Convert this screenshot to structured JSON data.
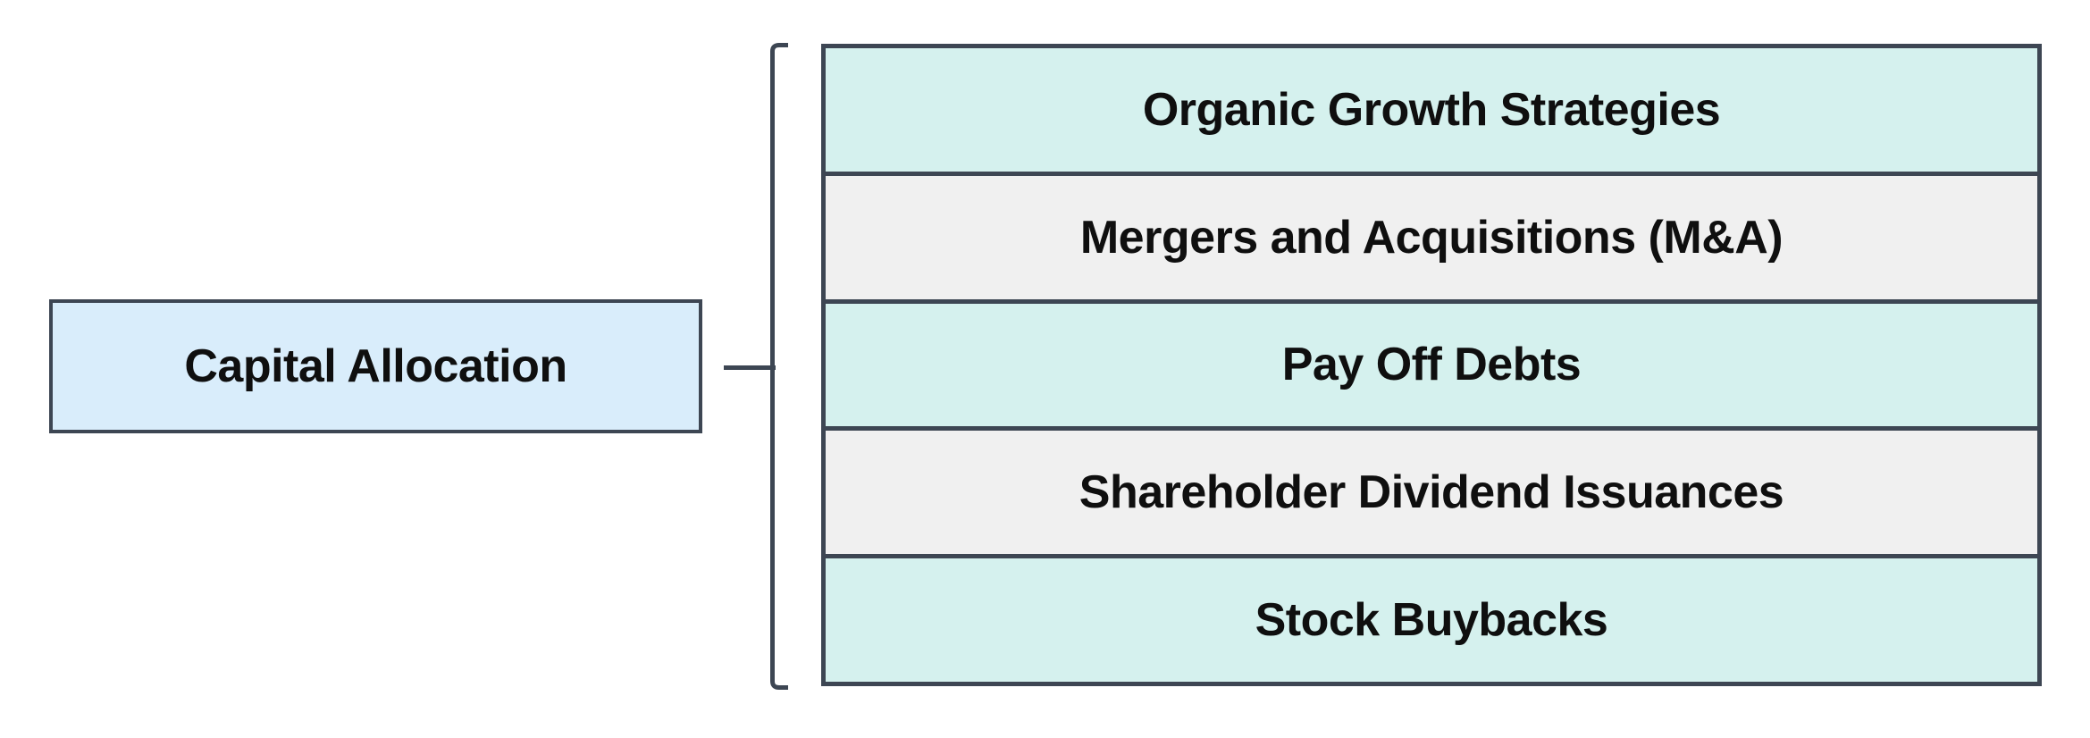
{
  "diagram": {
    "root": {
      "label": "Capital Allocation"
    },
    "children": [
      {
        "label": "Organic Growth Strategies"
      },
      {
        "label": "Mergers and Acquisitions (M&A)"
      },
      {
        "label": "Pay Off Debts"
      },
      {
        "label": "Shareholder Dividend Issuances"
      },
      {
        "label": "Stock Buybacks"
      }
    ]
  },
  "colors": {
    "root-fill": "#d9edfb",
    "row-teal": "#d5f1ee",
    "row-gray": "#f0f0f0",
    "border": "#3d4653",
    "text": "#0f0f0f",
    "background": "#ffffff"
  }
}
